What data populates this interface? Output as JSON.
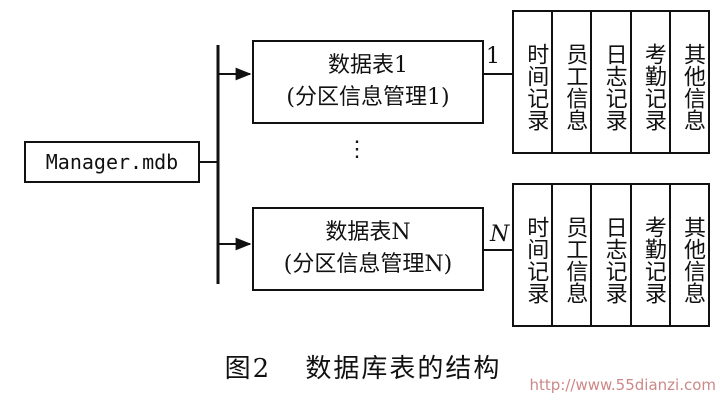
{
  "source": {
    "label": "Manager.mdb"
  },
  "tables": [
    {
      "title": "数据表1",
      "subtitle": "(分区信息管理1)",
      "connector": "1",
      "fields": [
        "时间记录",
        "员工信息",
        "日志记录",
        "考勤记录",
        "其他信息"
      ]
    },
    {
      "title": "数据表N",
      "subtitle": "(分区信息管理N)",
      "connector": "N",
      "fields": [
        "时间记录",
        "员工信息",
        "日志记录",
        "考勤记录",
        "其他信息"
      ]
    }
  ],
  "ellipsis": "⋮",
  "caption": {
    "number": "图2",
    "text": "数据库表的结构"
  },
  "watermark": "http://www.55dianzi.com"
}
